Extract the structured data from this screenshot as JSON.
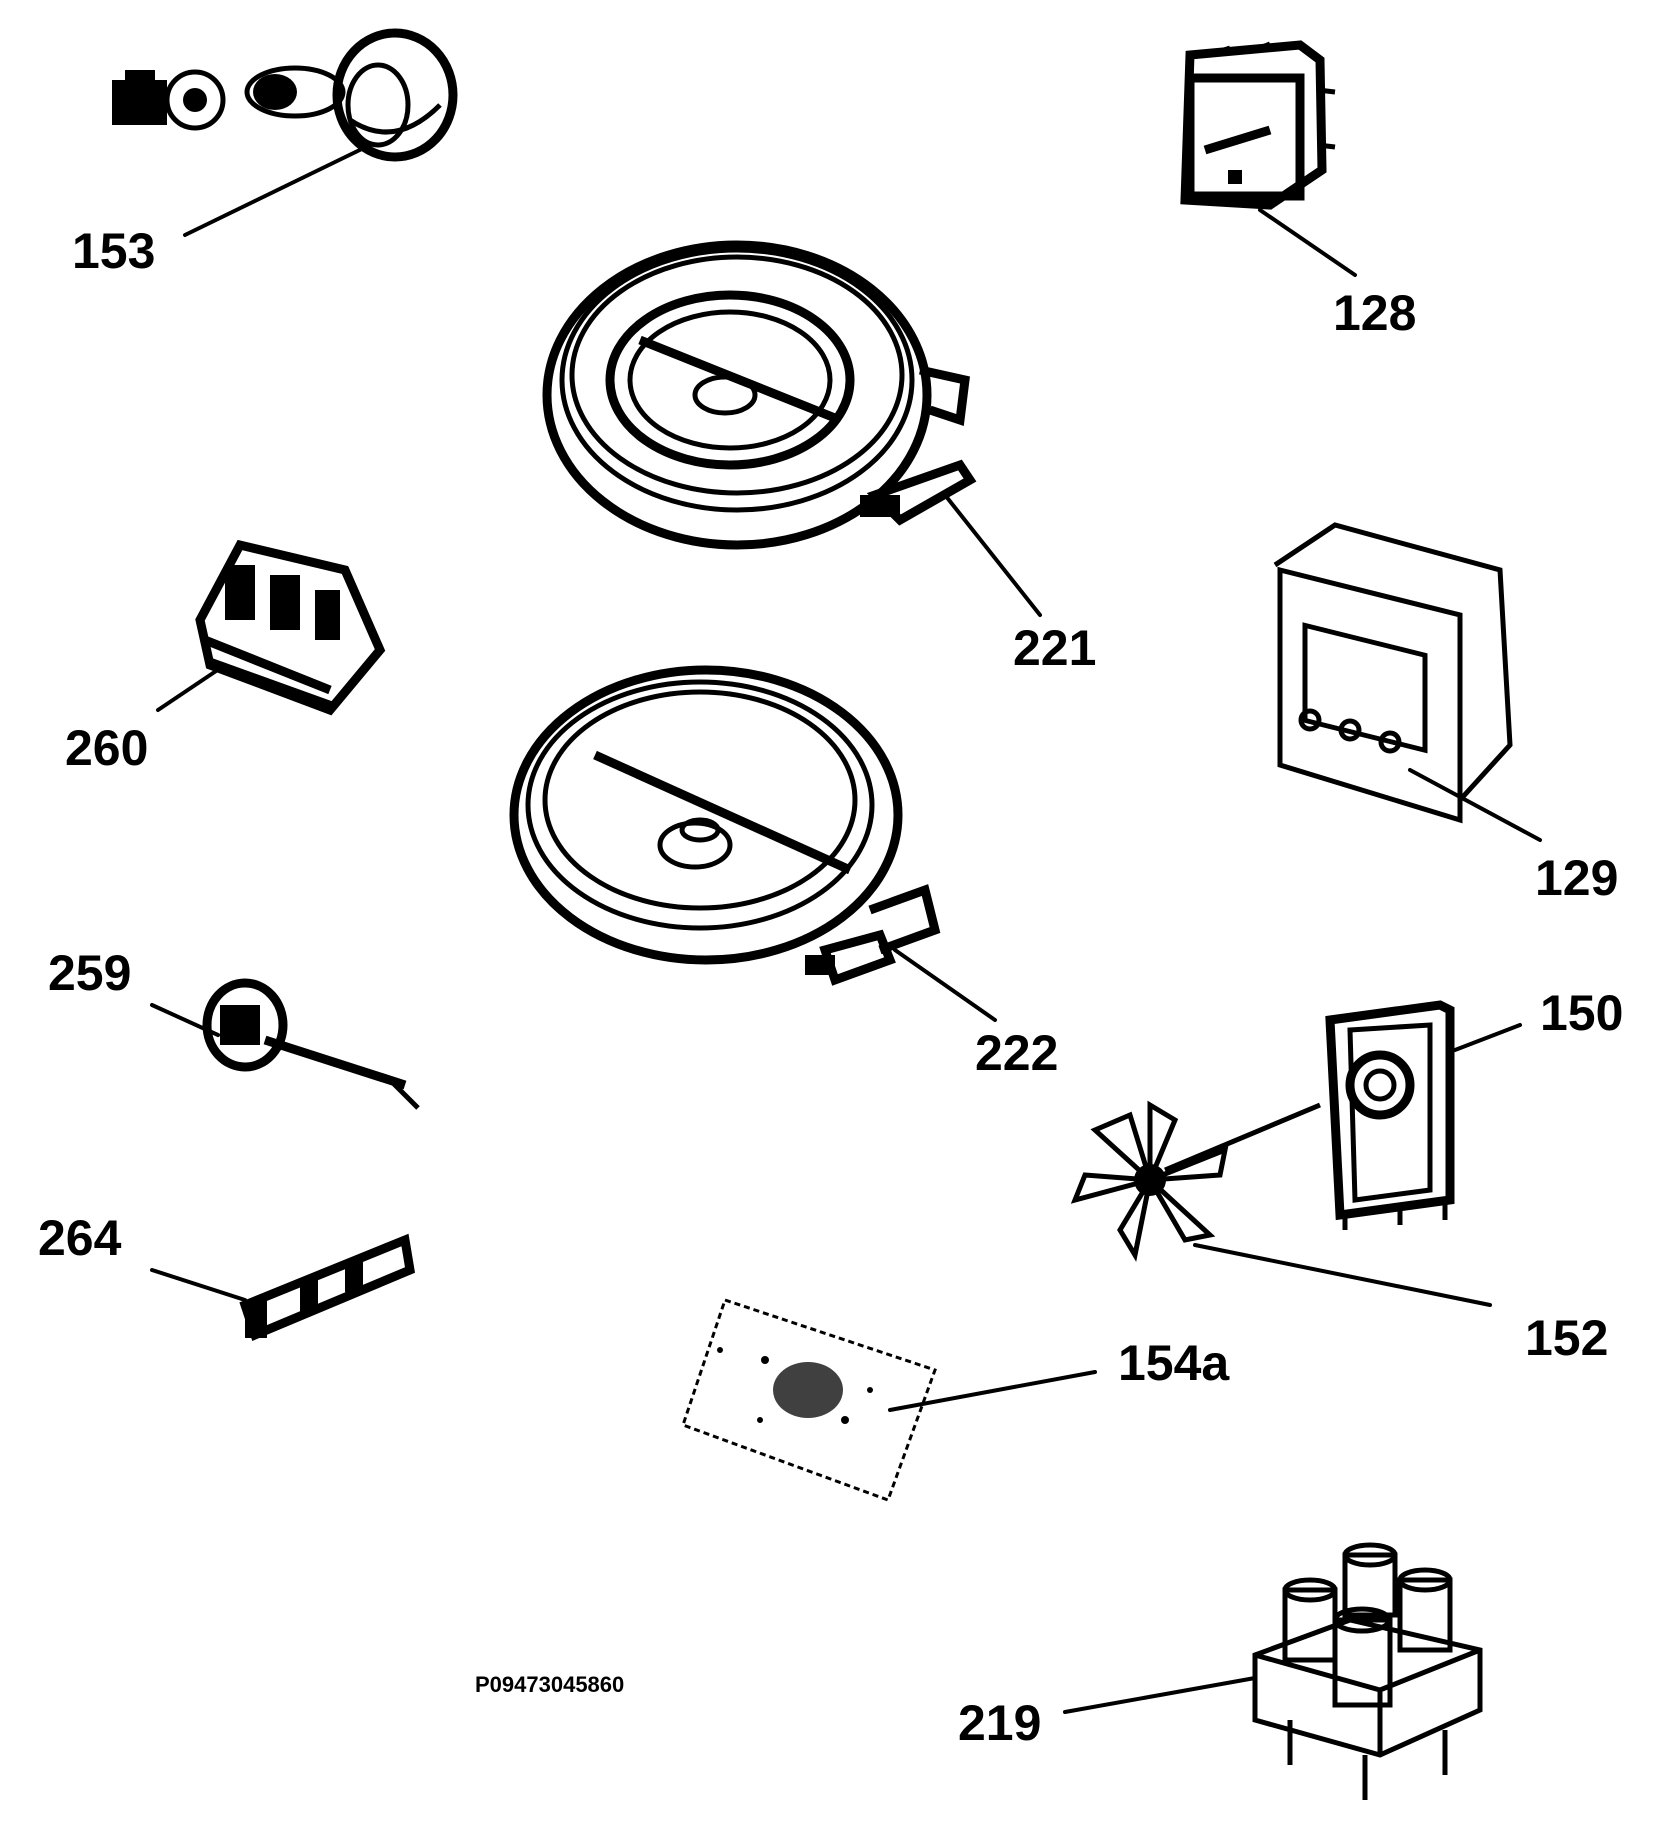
{
  "diagram": {
    "reference_code": "P09473045860",
    "parts": [
      {
        "id": "p153",
        "label": "153",
        "icon": "control-knob-icon"
      },
      {
        "id": "p128",
        "label": "128",
        "icon": "rotary-switch-icon"
      },
      {
        "id": "p221",
        "label": "221",
        "icon": "dual-hotplate-element-icon"
      },
      {
        "id": "p260",
        "label": "260",
        "icon": "terminal-block-icon"
      },
      {
        "id": "p129",
        "label": "129",
        "icon": "oven-timer-icon"
      },
      {
        "id": "p222",
        "label": "222",
        "icon": "hotplate-element-icon"
      },
      {
        "id": "p259",
        "label": "259",
        "icon": "energy-regulator-icon"
      },
      {
        "id": "p150",
        "label": "150",
        "icon": "fan-motor-icon"
      },
      {
        "id": "p152",
        "label": "152",
        "icon": "fan-blade-icon"
      },
      {
        "id": "p264",
        "label": "264",
        "icon": "thermostat-sensor-icon"
      },
      {
        "id": "p154a",
        "label": "154a",
        "icon": "circuit-board-icon"
      },
      {
        "id": "p219",
        "label": "219",
        "icon": "relay-block-icon"
      }
    ]
  }
}
